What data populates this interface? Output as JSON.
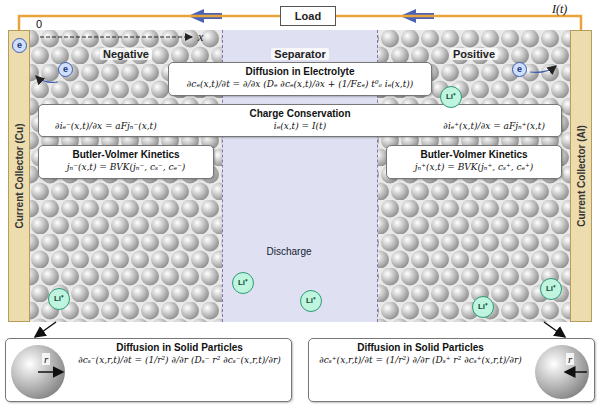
{
  "diagram": {
    "nodes": [
      {
        "text": [
          "Load"
        ]
      },
      {
        "text": [
          "Current Collector (Cu)"
        ]
      },
      {
        "text": [
          "Negative"
        ]
      },
      {
        "text": [
          "Separator"
        ]
      },
      {
        "text": [
          "Positive"
        ]
      },
      {
        "text": [
          "Current Collector (Al)"
        ]
      },
      {
        "text": [
          "Diffusion in Electrolyte",
          "∂cₑ(x,t)/∂t = ∂/∂x (Dₑ ∂cₑ(x,t)/∂x + (1/Fεₑ) t⁰ₐ iₑ(x,t))"
        ]
      },
      {
        "text": [
          "Charge Conservation",
          "∂iₑ⁻(x,t)/∂x = aFjₙ⁻(x,t)",
          "iₑ(x,t) = I(t)",
          "∂iₑ⁺(x,t)/∂x = aFjₙ⁺(x,t)"
        ]
      },
      {
        "text": [
          "Butler-Volmer Kinetics",
          "jₙ⁻(x,t) = BVK(jₙ⁻, cₛ⁻, cₑ⁻)"
        ],
        "in": 2
      },
      {
        "text": [
          "Butler-Volmer Kinetics",
          "jₙ⁺(x,t) = BVK(jₙ⁺, cₛ⁺, cₑ⁺)"
        ],
        "in": 4
      },
      {
        "text": [
          "Diffusion in Solid Particles",
          "∂cₛ⁻(x,r,t)/∂t = (1/r²) ∂/∂r (Dₛ⁻ r² ∂cₛ⁻(x,r,t)/∂r)"
        ]
      },
      {
        "text": [
          "Diffusion in Solid Particles",
          "∂cₛ⁺(x,r,t)/∂t = (1/r²) ∂/∂r (Dₛ⁺ r² ∂cₛ⁺(x,r,t)/∂r)"
        ]
      }
    ],
    "edges": [
      {
        "from": 1,
        "to": 0,
        "arrow": "none"
      },
      {
        "from": 0,
        "to": 5,
        "arrow": "none"
      },
      {
        "from": 2,
        "to": 10,
        "arrow": "to"
      },
      {
        "from": 4,
        "to": 11,
        "arrow": "to"
      }
    ],
    "labels": [
      "I(t)",
      "0",
      "x",
      "e",
      "e",
      "e",
      "Li⁺",
      "Li⁺",
      "Li⁺",
      "Li⁺",
      "Li⁺",
      "Li⁺",
      "Discharge",
      "r",
      "r"
    ]
  }
}
